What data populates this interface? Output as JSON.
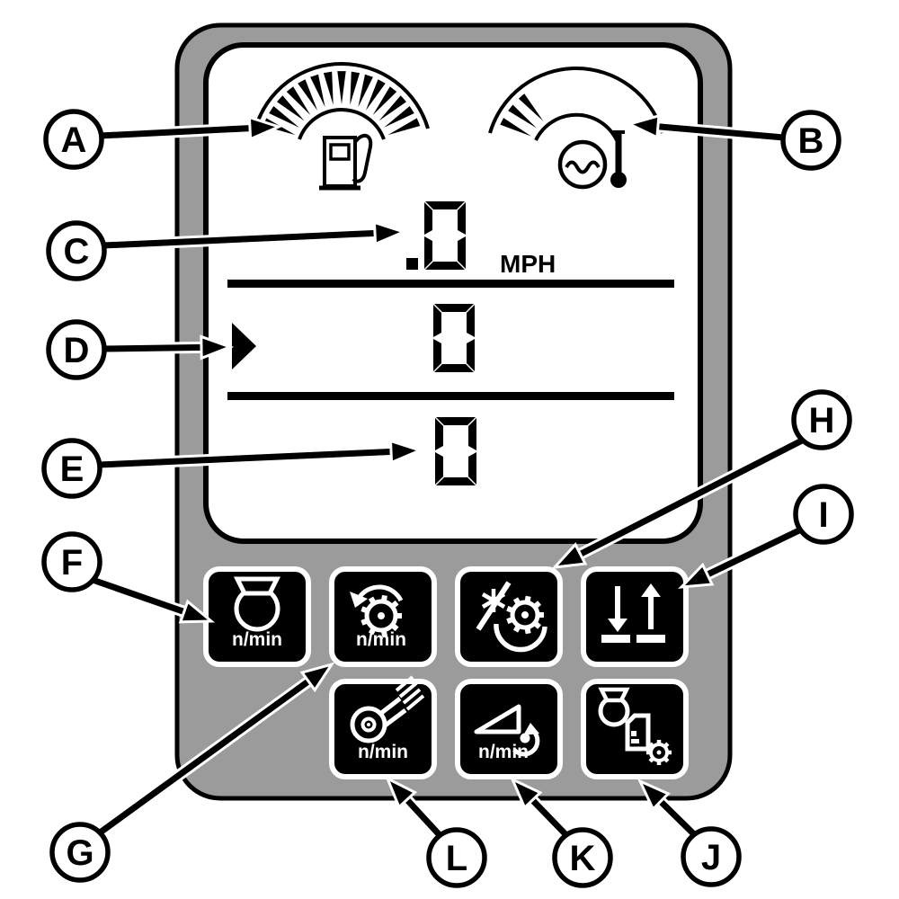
{
  "display": {
    "speed_value": ".0",
    "speed_unit": "MPH",
    "middle_value": "0",
    "bottom_value": "0",
    "fuel_gauge": {
      "icon": "fuel-pump-icon",
      "bars_lit": 15,
      "bars_total": 15
    },
    "temperature_gauge": {
      "icon": "coolant-temperature-icon",
      "bars_lit": 3
    }
  },
  "buttons": [
    {
      "callout": "F",
      "icon": "engine-speed-icon",
      "label": "n/min"
    },
    {
      "callout": "G",
      "icon": "rotor-speed-icon",
      "label": "n/min"
    },
    {
      "callout": "H",
      "icon": "separator-engage-icon",
      "label": ""
    },
    {
      "callout": "I",
      "icon": "header-raise-lower-icon",
      "label": ""
    },
    {
      "callout": "L",
      "icon": "cleaning-fan-speed-icon",
      "label": "n/min"
    },
    {
      "callout": "K",
      "icon": "conveyor-auger-speed-icon",
      "label": "n/min"
    },
    {
      "callout": "J",
      "icon": "engine-gearbox-icon",
      "label": ""
    }
  ],
  "callouts": [
    {
      "letter": "A"
    },
    {
      "letter": "B"
    },
    {
      "letter": "C"
    },
    {
      "letter": "D"
    },
    {
      "letter": "E"
    },
    {
      "letter": "F"
    },
    {
      "letter": "G"
    },
    {
      "letter": "H"
    },
    {
      "letter": "I"
    },
    {
      "letter": "J"
    },
    {
      "letter": "K"
    },
    {
      "letter": "L"
    }
  ]
}
